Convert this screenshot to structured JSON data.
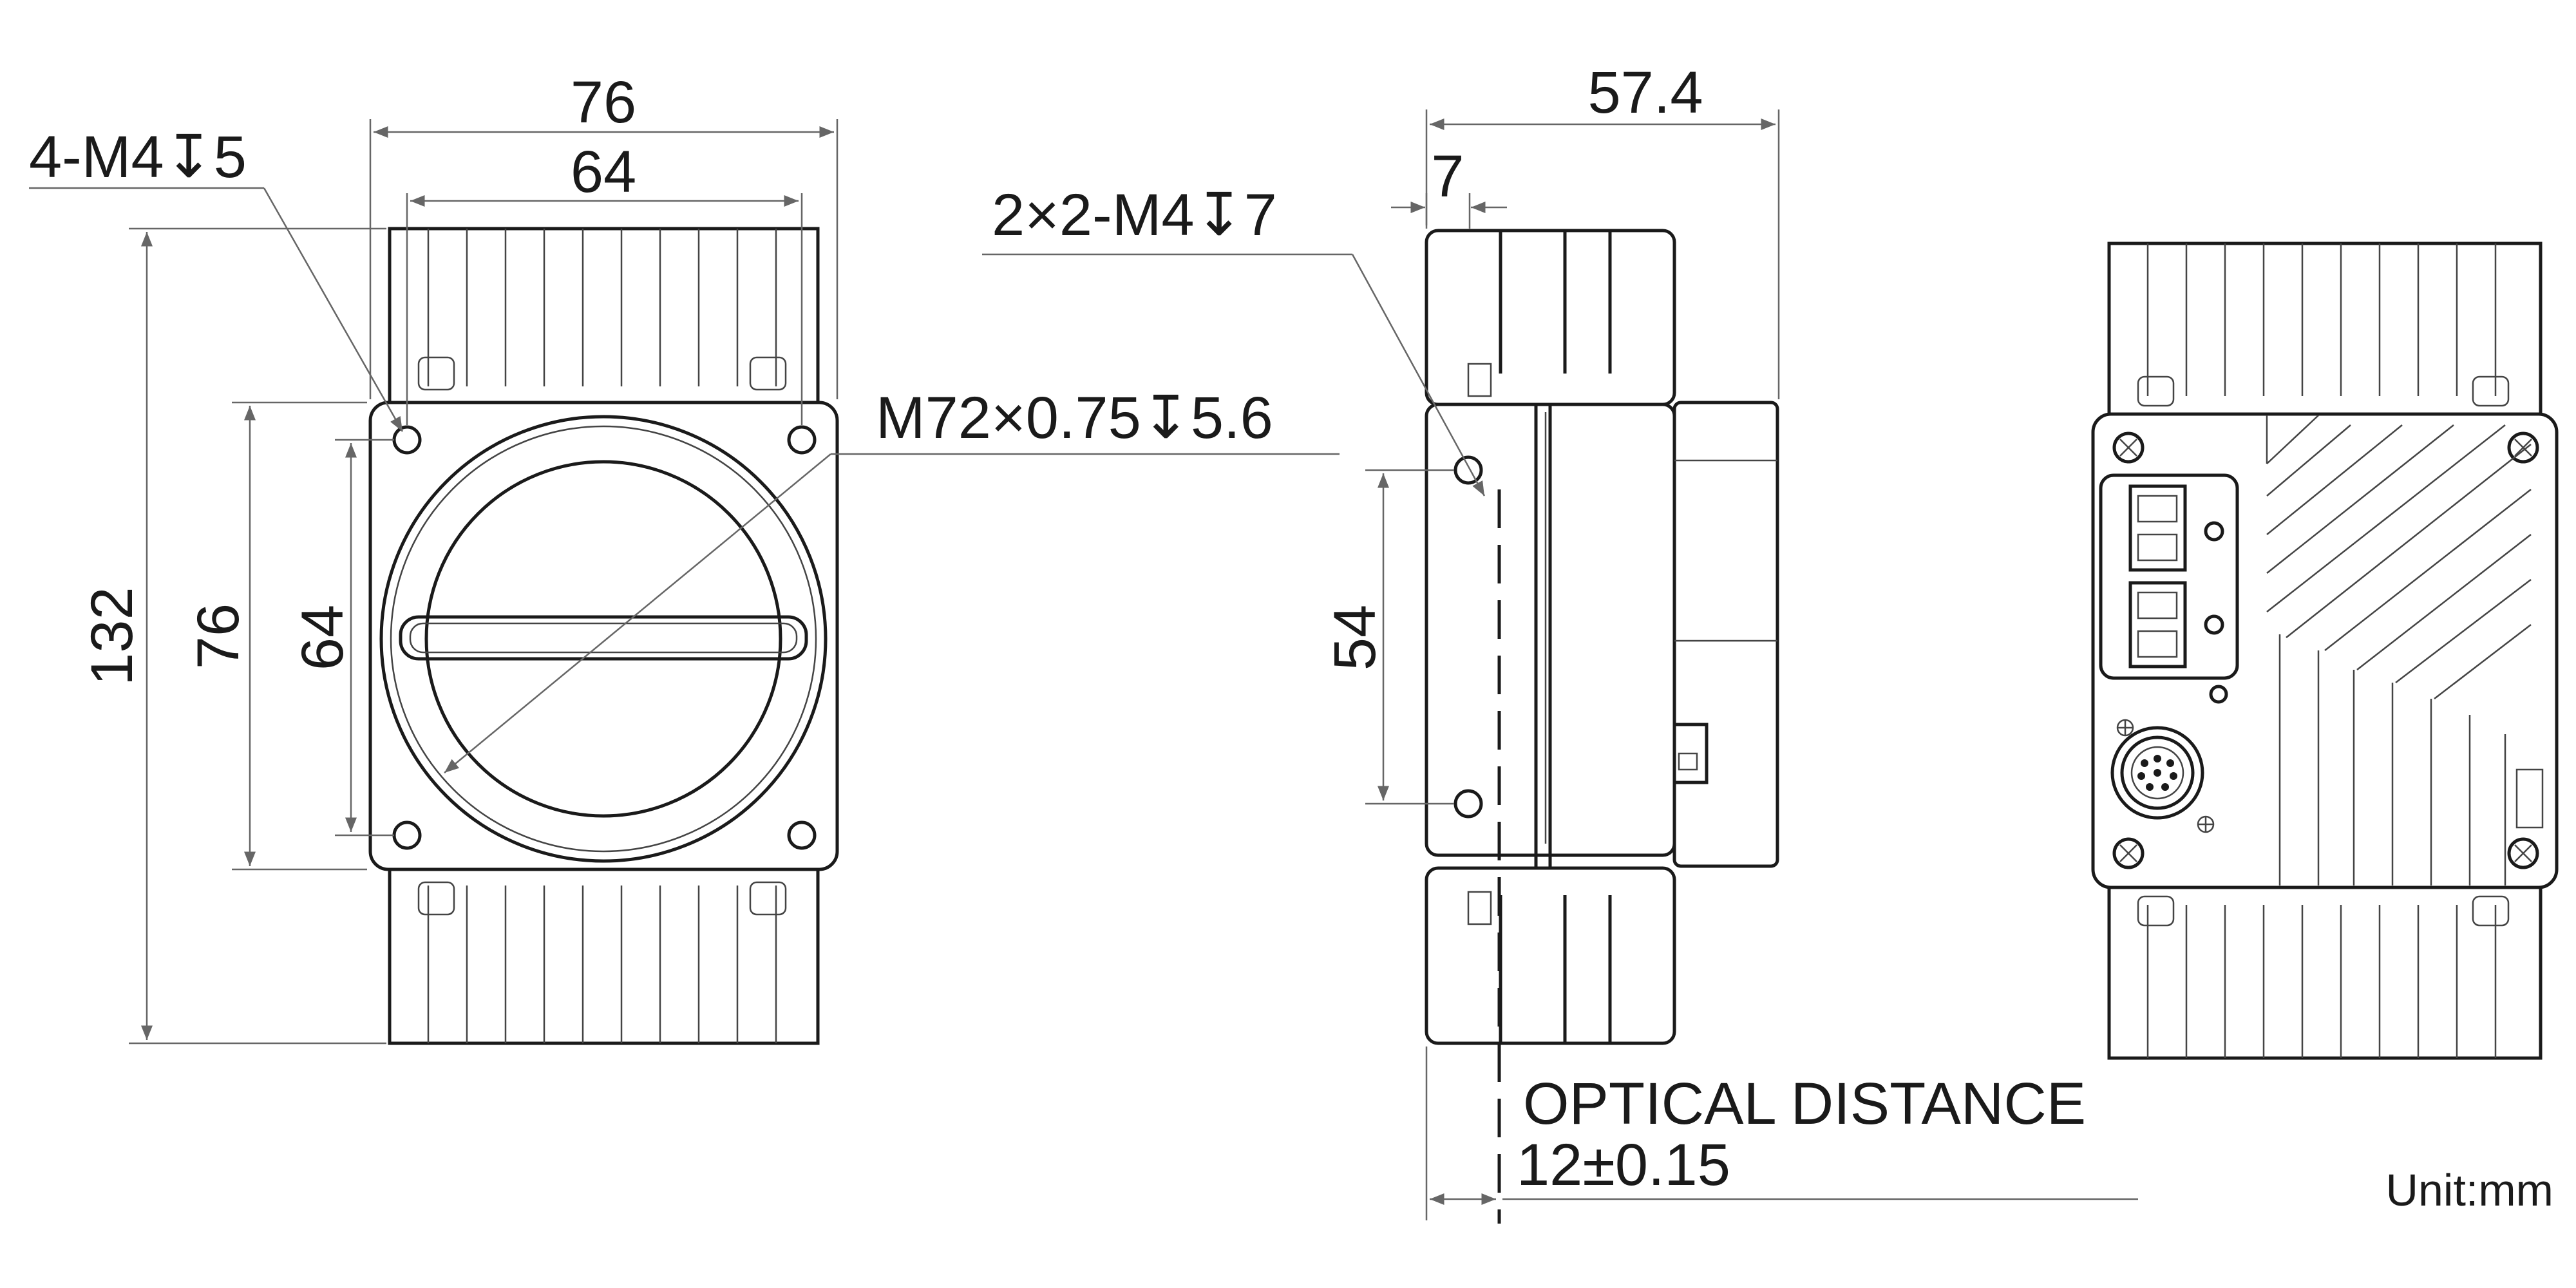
{
  "front_view": {
    "width_overall": "76",
    "width_holes": "64",
    "height_overall": "132",
    "height_body": "76",
    "height_holes": "64",
    "hole_callout": "4-M4↧5",
    "mount_callout": "M72×0.75↧5.6"
  },
  "side_view": {
    "depth": "57.4",
    "offset": "7",
    "hole_spacing": "54",
    "hole_callout": "2×2-M4↧7",
    "optical_label": "OPTICAL DISTANCE",
    "optical_value": "12±0.15"
  },
  "unit_label": "Unit:mm"
}
